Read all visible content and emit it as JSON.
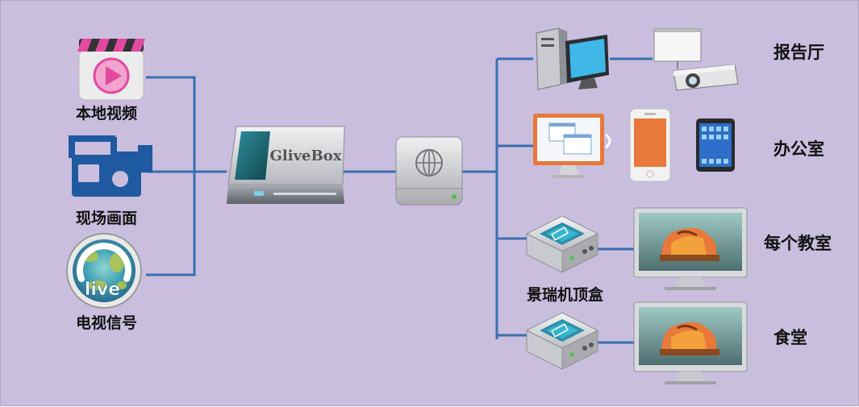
{
  "sources": [
    {
      "id": "local-video",
      "label": "本地视频",
      "icon": "video-clapper-play-icon"
    },
    {
      "id": "live-camera",
      "label": "现场画面",
      "icon": "video-camera-icon"
    },
    {
      "id": "tv-signal",
      "label": "电视信号",
      "icon": "live-tv-signal-icon"
    }
  ],
  "server": {
    "brand": "GliveBox",
    "icon": "glivebox-server-icon"
  },
  "network": {
    "icon": "network-switch-icon"
  },
  "destinations": [
    {
      "id": "auditorium",
      "label": "报告厅",
      "icons": [
        "desktop-pc-icon",
        "projector-icon"
      ]
    },
    {
      "id": "office",
      "label": "办公室",
      "icons": [
        "monitor-icon",
        "smartphone-icon",
        "tablet-icon"
      ]
    },
    {
      "id": "classroom",
      "label": "每个教室",
      "icons": [
        "set-top-box-icon",
        "display-icon"
      ]
    },
    {
      "id": "canteen",
      "label": "食堂",
      "icons": [
        "set-top-box-icon",
        "display-icon"
      ]
    }
  ],
  "set_top_box_label": "景瑞机顶盒",
  "colors": {
    "background": "#c9bedd",
    "line": "#3a6fb0",
    "accent_blue": "#1f5aa0",
    "orange": "#e8793a"
  }
}
